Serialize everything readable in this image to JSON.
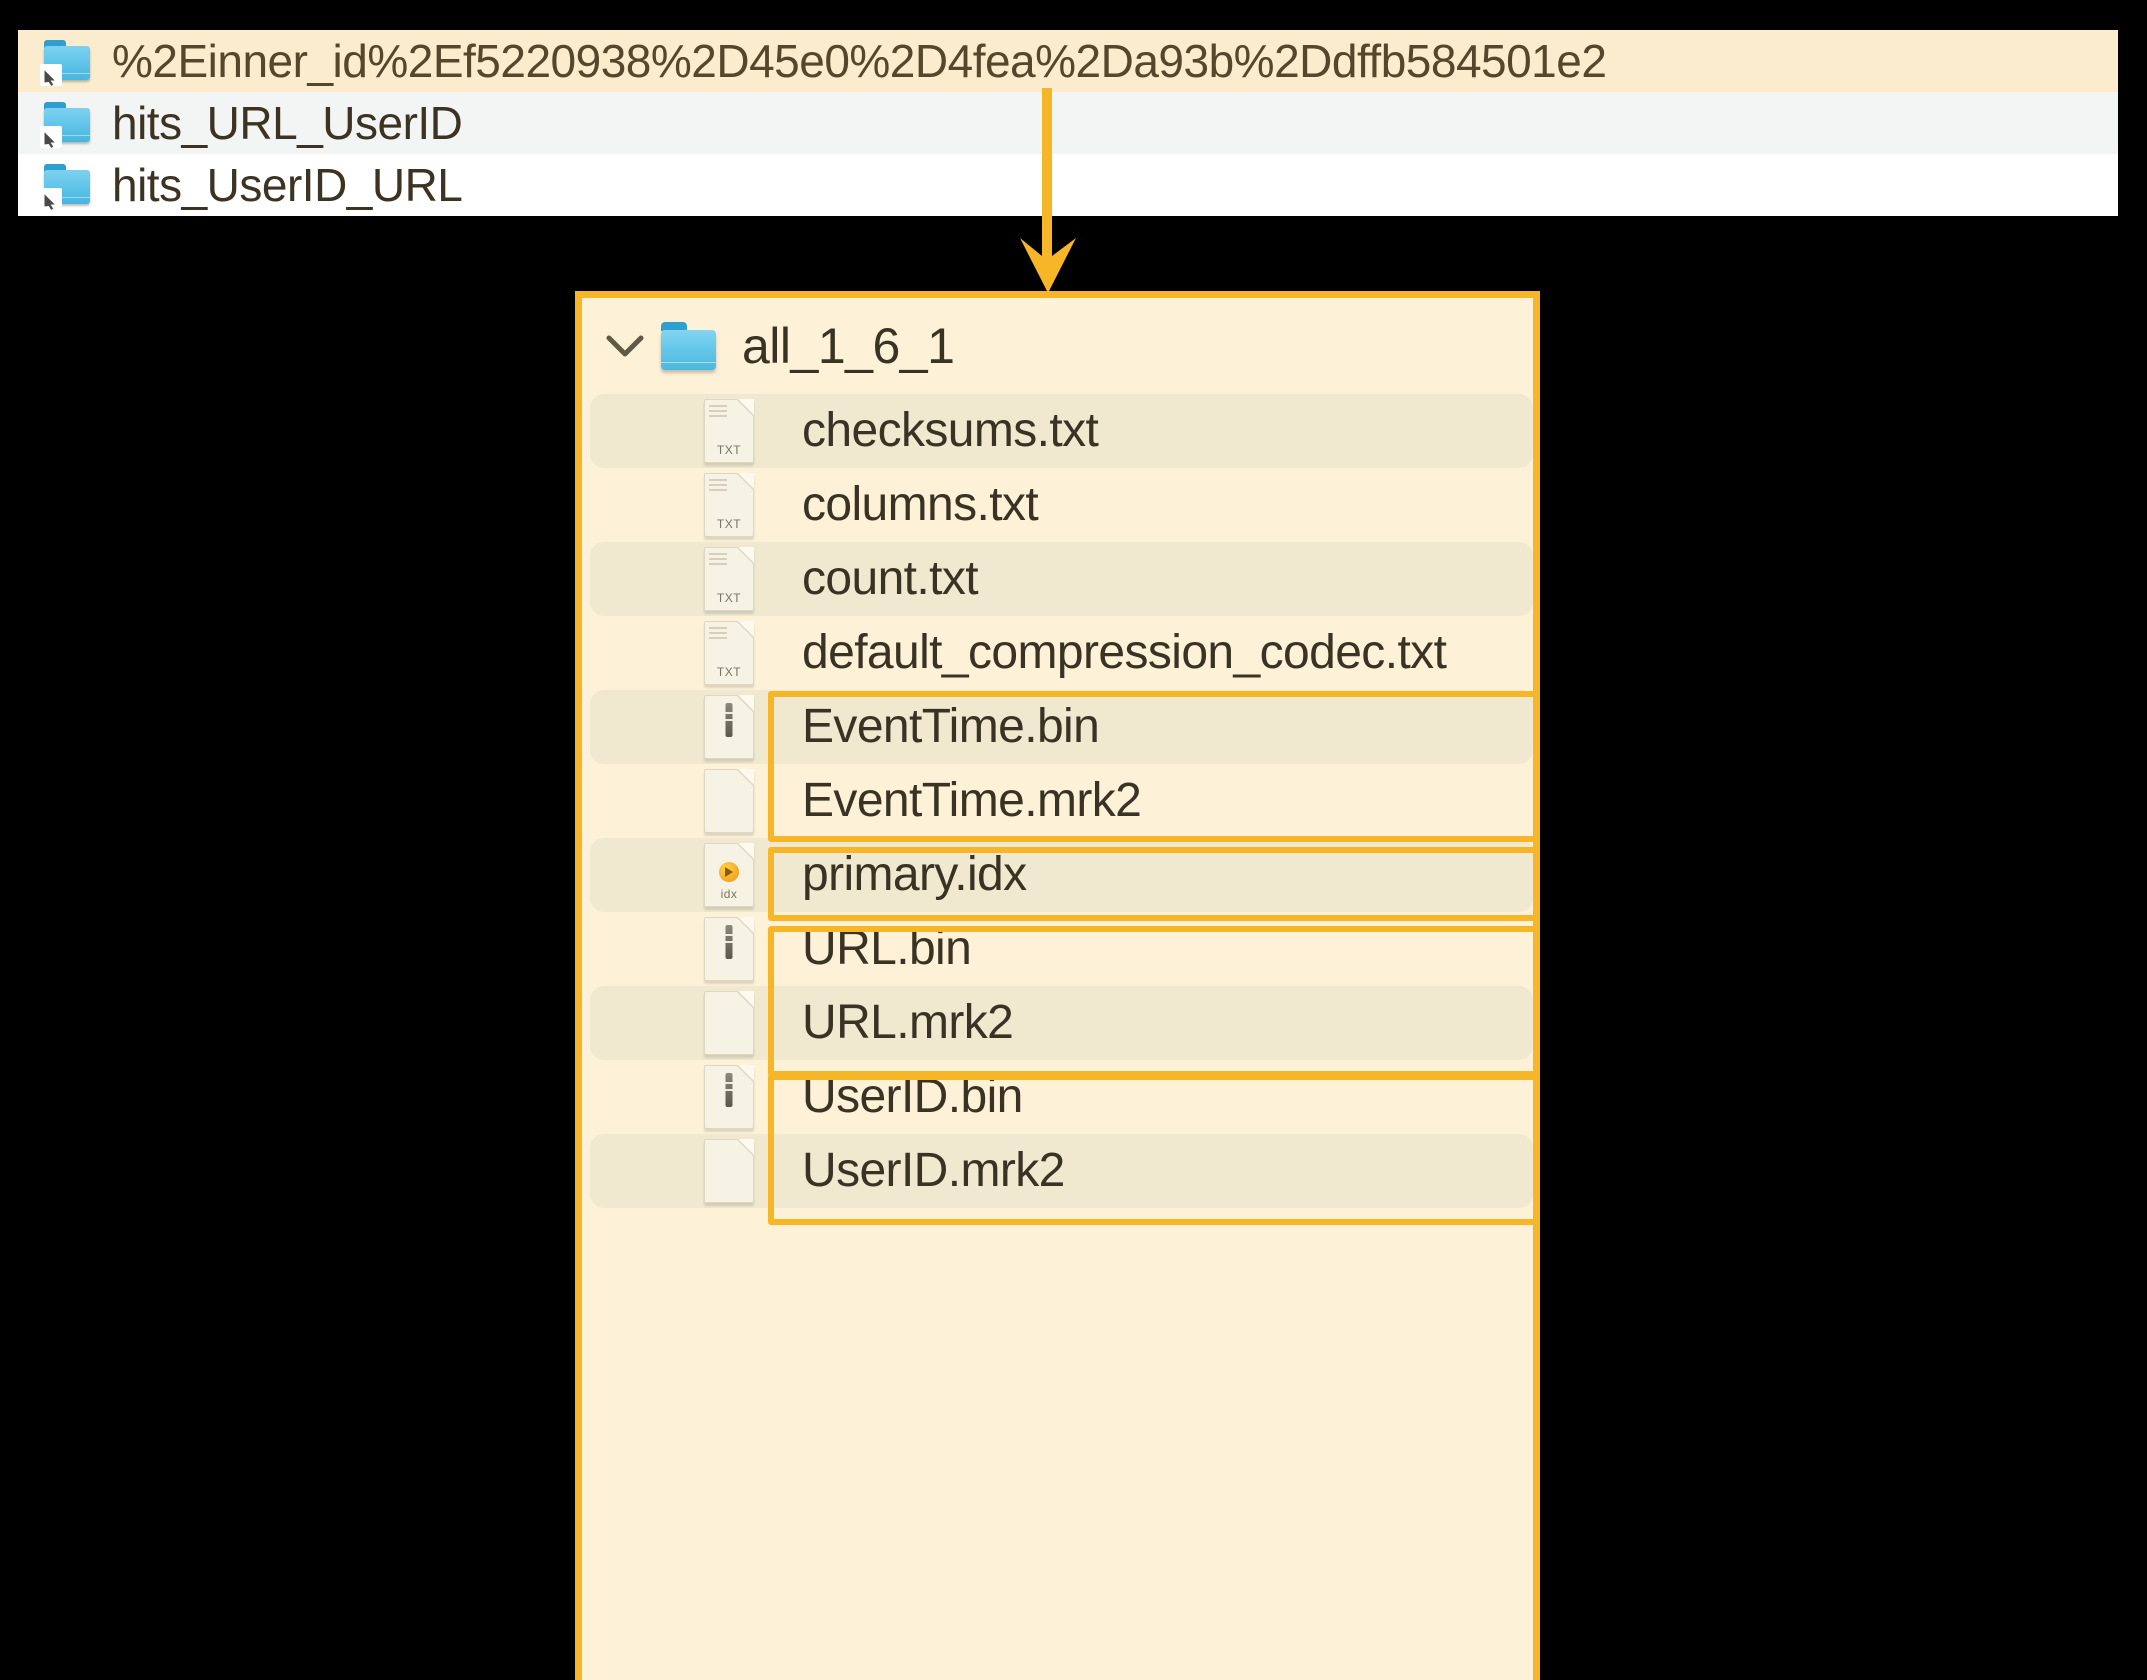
{
  "top_list": {
    "items": [
      {
        "label": "%2Einner_id%2Ef5220938%2D45e0%2D4fea%2Da93b%2Ddffb584501e2",
        "state": "selected",
        "icon": "folder-shortcut-icon"
      },
      {
        "label": "hits_URL_UserID",
        "state": "alternate",
        "icon": "folder-shortcut-icon"
      },
      {
        "label": "hits_UserID_URL",
        "state": "plain",
        "icon": "folder-shortcut-icon"
      }
    ]
  },
  "detail_panel": {
    "folder": {
      "name": "all_1_6_1",
      "expanded": true,
      "chevron": "chevron-down-icon",
      "icon": "folder-icon"
    },
    "files": [
      {
        "name": "checksums.txt",
        "kind": "txt",
        "zebra": true,
        "highlighted": false
      },
      {
        "name": "columns.txt",
        "kind": "txt",
        "zebra": false,
        "highlighted": false
      },
      {
        "name": "count.txt",
        "kind": "txt",
        "zebra": true,
        "highlighted": false
      },
      {
        "name": "default_compression_codec.txt",
        "kind": "txt",
        "zebra": false,
        "highlighted": false
      },
      {
        "name": "EventTime.bin",
        "kind": "bin",
        "zebra": true,
        "highlighted": true
      },
      {
        "name": "EventTime.mrk2",
        "kind": "mrk",
        "zebra": false,
        "highlighted": true
      },
      {
        "name": "primary.idx",
        "kind": "idx",
        "zebra": true,
        "highlighted": true
      },
      {
        "name": "URL.bin",
        "kind": "bin",
        "zebra": false,
        "highlighted": true
      },
      {
        "name": "URL.mrk2",
        "kind": "mrk",
        "zebra": true,
        "highlighted": true
      },
      {
        "name": "UserID.bin",
        "kind": "bin",
        "zebra": false,
        "highlighted": true
      },
      {
        "name": "UserID.mrk2",
        "kind": "mrk",
        "zebra": true,
        "highlighted": true
      }
    ],
    "highlight_groups": [
      {
        "label": "EventTime-group",
        "files": [
          "EventTime.bin",
          "EventTime.mrk2"
        ]
      },
      {
        "label": "primary-idx-group",
        "files": [
          "primary.idx"
        ]
      },
      {
        "label": "URL-group",
        "files": [
          "URL.bin",
          "URL.mrk2"
        ]
      },
      {
        "label": "UserID-group",
        "files": [
          "UserID.bin",
          "UserID.mrk2"
        ]
      }
    ]
  },
  "annotation": {
    "arrow": "down-arrow",
    "color": "#f7b628"
  },
  "colors": {
    "accent": "#f7b628",
    "panel_bg": "#fdf1d8",
    "row_zebra": "#f0e8cf",
    "selected_row": "#fbecce",
    "alt_row": "#f2f5f4",
    "text": "#3a3324",
    "folder_blue": "#4cb8de"
  }
}
